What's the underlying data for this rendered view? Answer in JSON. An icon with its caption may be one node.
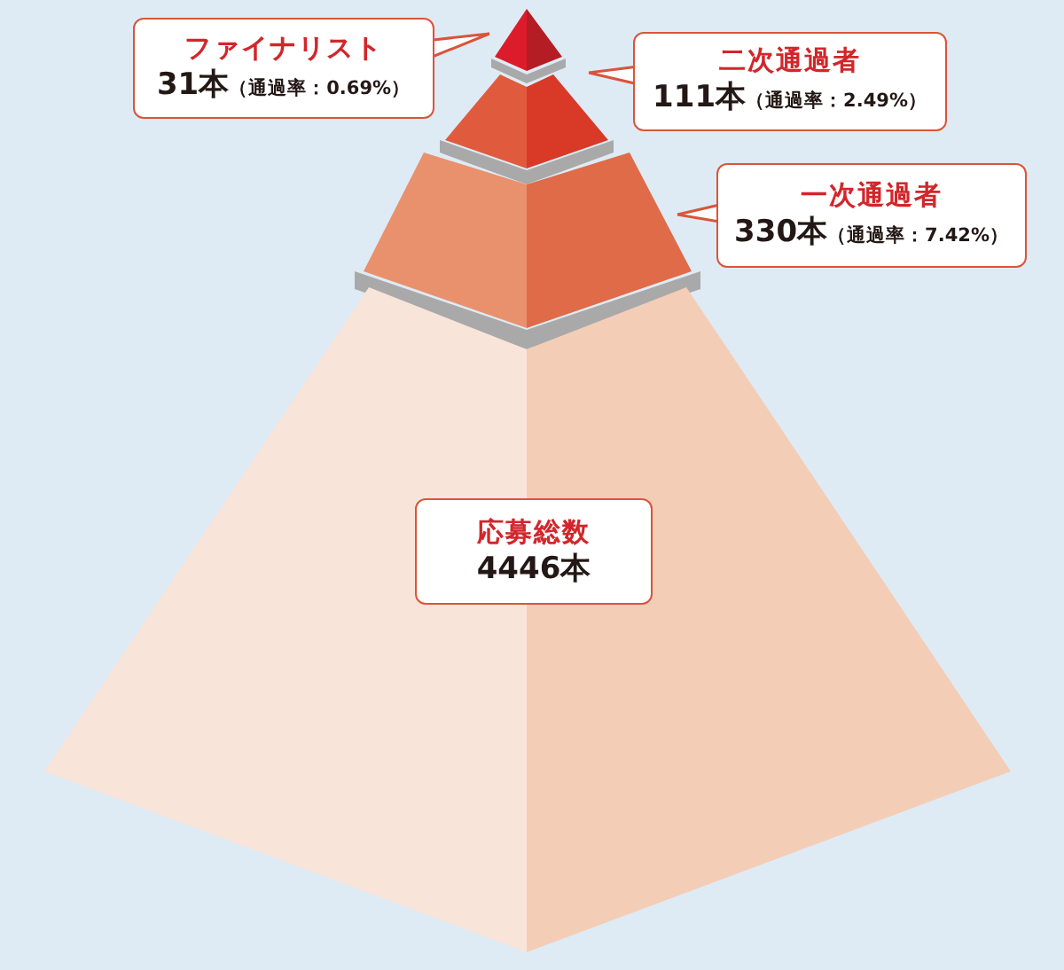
{
  "diagram": {
    "nodes": [
      {
        "text": [],
        "shape": "triangle"
      },
      {
        "text": [
          "ファイナリスト",
          "31本",
          "（通過率：0.69%）"
        ]
      },
      {
        "text": [],
        "shape": "trapezoid"
      },
      {
        "text": [
          "二次通過者",
          "111本",
          "（通過率：2.49%）"
        ]
      },
      {
        "text": [],
        "shape": "trapezoid"
      },
      {
        "text": [
          "一次通過者",
          "330本",
          "（通過率：7.42%）"
        ]
      },
      {
        "text": [],
        "shape": "trapezoid"
      },
      {
        "text": [
          "応募総数",
          "4446本"
        ]
      }
    ],
    "edges": [
      {
        "from": 1,
        "to": 0,
        "arrow": "none"
      },
      {
        "from": 3,
        "to": 2,
        "arrow": "none"
      },
      {
        "from": 5,
        "to": 4,
        "arrow": "none"
      }
    ]
  }
}
